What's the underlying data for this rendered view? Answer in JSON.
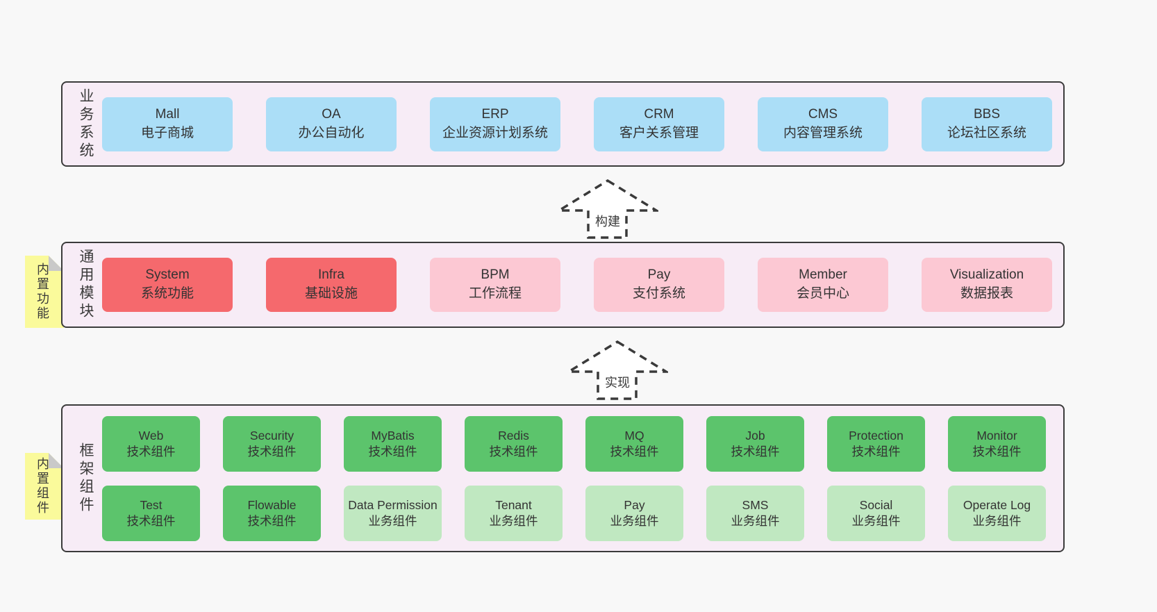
{
  "palette": {
    "page_bg": "#f8f8f8",
    "band_bg": "#f7ecf6",
    "band_border": "#3b3b3b",
    "blue": "#abdef7",
    "red": "#f5696d",
    "pink": "#fcc8d3",
    "green_dark": "#5cc46c",
    "green_light": "#c0e8c1",
    "sticky_yellow": "#fafa9b",
    "sticky_fold": "#c9c9c9",
    "text": "#333333"
  },
  "business": {
    "label": "业务系统",
    "boxes": [
      {
        "title": "Mall",
        "subtitle": "电子商城"
      },
      {
        "title": "OA",
        "subtitle": "办公自动化"
      },
      {
        "title": "ERP",
        "subtitle": "企业资源计划系统"
      },
      {
        "title": "CRM",
        "subtitle": "客户关系管理"
      },
      {
        "title": "CMS",
        "subtitle": "内容管理系统"
      },
      {
        "title": "BBS",
        "subtitle": "论坛社区系统"
      }
    ]
  },
  "arrows": {
    "build": "构建",
    "implement": "实现"
  },
  "modules": {
    "label": "通用模块",
    "sticky": "内置功能",
    "boxes": [
      {
        "title": "System",
        "subtitle": "系统功能"
      },
      {
        "title": "Infra",
        "subtitle": "基础设施"
      },
      {
        "title": "BPM",
        "subtitle": "工作流程"
      },
      {
        "title": "Pay",
        "subtitle": "支付系统"
      },
      {
        "title": "Member",
        "subtitle": "会员中心"
      },
      {
        "title": "Visualization",
        "subtitle": "数据报表"
      }
    ]
  },
  "components": {
    "label": "框架组件",
    "sticky": "内置组件",
    "row1": [
      {
        "title": "Web",
        "subtitle": "技术组件"
      },
      {
        "title": "Security",
        "subtitle": "技术组件"
      },
      {
        "title": "MyBatis",
        "subtitle": "技术组件"
      },
      {
        "title": "Redis",
        "subtitle": "技术组件"
      },
      {
        "title": "MQ",
        "subtitle": "技术组件"
      },
      {
        "title": "Job",
        "subtitle": "技术组件"
      },
      {
        "title": "Protection",
        "subtitle": "技术组件"
      },
      {
        "title": "Monitor",
        "subtitle": "技术组件"
      }
    ],
    "row2": [
      {
        "title": "Test",
        "subtitle": "技术组件"
      },
      {
        "title": "Flowable",
        "subtitle": "技术组件"
      },
      {
        "title": "Data Permission",
        "subtitle": "业务组件"
      },
      {
        "title": "Tenant",
        "subtitle": "业务组件"
      },
      {
        "title": "Pay",
        "subtitle": "业务组件"
      },
      {
        "title": "SMS",
        "subtitle": "业务组件"
      },
      {
        "title": "Social",
        "subtitle": "业务组件"
      },
      {
        "title": "Operate Log",
        "subtitle": "业务组件"
      }
    ]
  }
}
